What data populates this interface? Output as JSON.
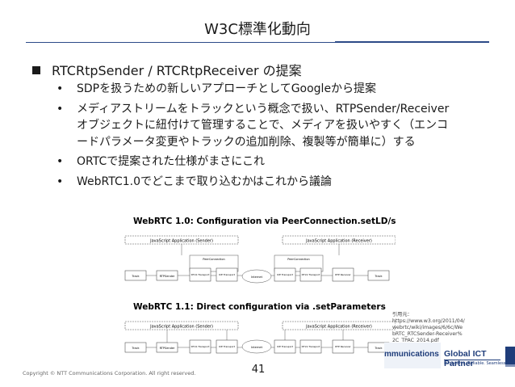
{
  "slide": {
    "title": "W3C標準化動向",
    "heading": "RTCRtpSender / RTCRtpReceiver の提案",
    "bullet_glyph": "•",
    "bullets": [
      "SDPを扱うための新しいアプローチとしてGoogleから提案",
      "メディアストリームをトラックという概念で扱い、RTPSender/Receiverオブジェクトに紐付けて管理することで、メディアを扱いやすく（エンコードパラメータ変更やトラックの追加削除、複製等が簡単に）する",
      "ORTCで提案された仕様がまさにこれ",
      "WebRTC1.0でどこまで取り込むかはこれから議論"
    ],
    "page_number": "41",
    "copyright": "Copyright © NTT Communications Corporation. All right reserved."
  },
  "diagram": {
    "top_title": "WebRTC 1.0: Configuration via PeerConnection.setLD/setRD",
    "bottom_title": "WebRTC 1.1: Direct configuration via .setParameters",
    "top_labels": {
      "app_sender": "JavaScript Application (Sender)",
      "app_receiver": "JavaScript Application (Receiver)",
      "pc_left": "PeerConnection",
      "pc_right": "PeerConnection",
      "boxes_left": [
        "Track",
        "RTPSender",
        "DTLS Transport",
        "ICE Transport"
      ],
      "internet": "Internet",
      "boxes_right": [
        "ICE Transport",
        "DTLS Transport",
        "RTP Receiver",
        "Track"
      ]
    },
    "bottom_labels": {
      "app_sender": "JavaScript Application (Sender)",
      "app_receiver": "JavaScript Application (Receiver)",
      "boxes_left": [
        "Track",
        "RTPSender",
        "DTLS Transport",
        "ICE Transport"
      ],
      "internet": "Internet",
      "boxes_right": [
        "ICE Transport",
        "DTLS Transport",
        "RTP Receiver",
        "Track"
      ]
    }
  },
  "reference": {
    "label": "引用元：",
    "url": "https://www.w3.org/2011/04/webrtc/wiki/images/6/6c/WebRTC_RTCSender-Receiver%2C_TPAC_2014.pdf"
  },
  "logo": {
    "company_fragment": "mmunications",
    "partner_title": "Global ICT Partner",
    "partner_tagline": "Innovative. Reliable. Seamless."
  },
  "colors": {
    "accent": "#2c4a88",
    "logo_blue": "#1f3d7a"
  }
}
